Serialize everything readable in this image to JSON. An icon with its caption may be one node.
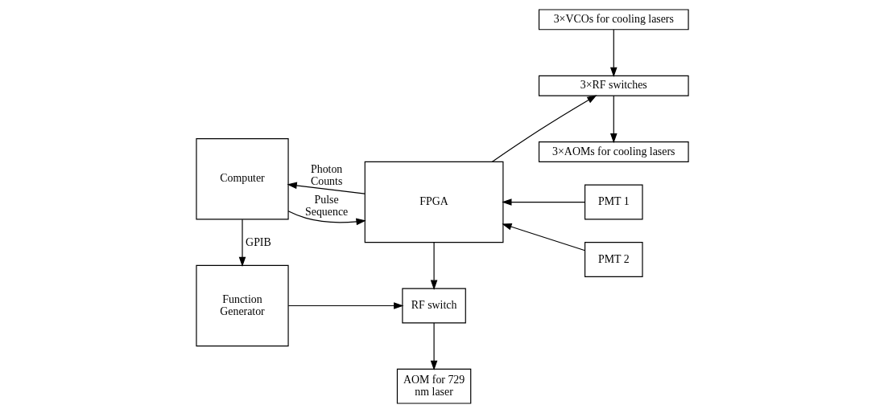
{
  "diagram": {
    "nodes": [
      {
        "text": [
          "Computer"
        ]
      },
      {
        "text": [
          "FPGA"
        ]
      },
      {
        "text": [
          "PMT 1"
        ]
      },
      {
        "text": [
          "PMT 2"
        ]
      },
      {
        "text": [
          "Function Generator"
        ]
      },
      {
        "text": [
          "RF switch"
        ]
      },
      {
        "text": [
          "AOM for 729 nm laser"
        ]
      },
      {
        "text": [
          "3×VCOs for cooling lasers"
        ]
      },
      {
        "text": [
          "3×RF switches"
        ]
      },
      {
        "text": [
          "3×AOMs for cooling lasers"
        ]
      }
    ],
    "edges": [
      {
        "from": 0,
        "to": 1,
        "arrow": "to",
        "label": "Pulse Sequence"
      },
      {
        "from": 1,
        "to": 0,
        "arrow": "to",
        "label": "Photon Counts"
      },
      {
        "from": 2,
        "to": 1,
        "arrow": "to"
      },
      {
        "from": 3,
        "to": 1,
        "arrow": "to"
      },
      {
        "from": 0,
        "to": 4,
        "arrow": "to",
        "label": "GPIB"
      },
      {
        "from": 1,
        "to": 5,
        "arrow": "to"
      },
      {
        "from": 4,
        "to": 5,
        "arrow": "to"
      },
      {
        "from": 5,
        "to": 6,
        "arrow": "to"
      },
      {
        "from": 1,
        "to": 8,
        "arrow": "to"
      },
      {
        "from": 7,
        "to": 8,
        "arrow": "to"
      },
      {
        "from": 8,
        "to": 9,
        "arrow": "to"
      }
    ]
  }
}
